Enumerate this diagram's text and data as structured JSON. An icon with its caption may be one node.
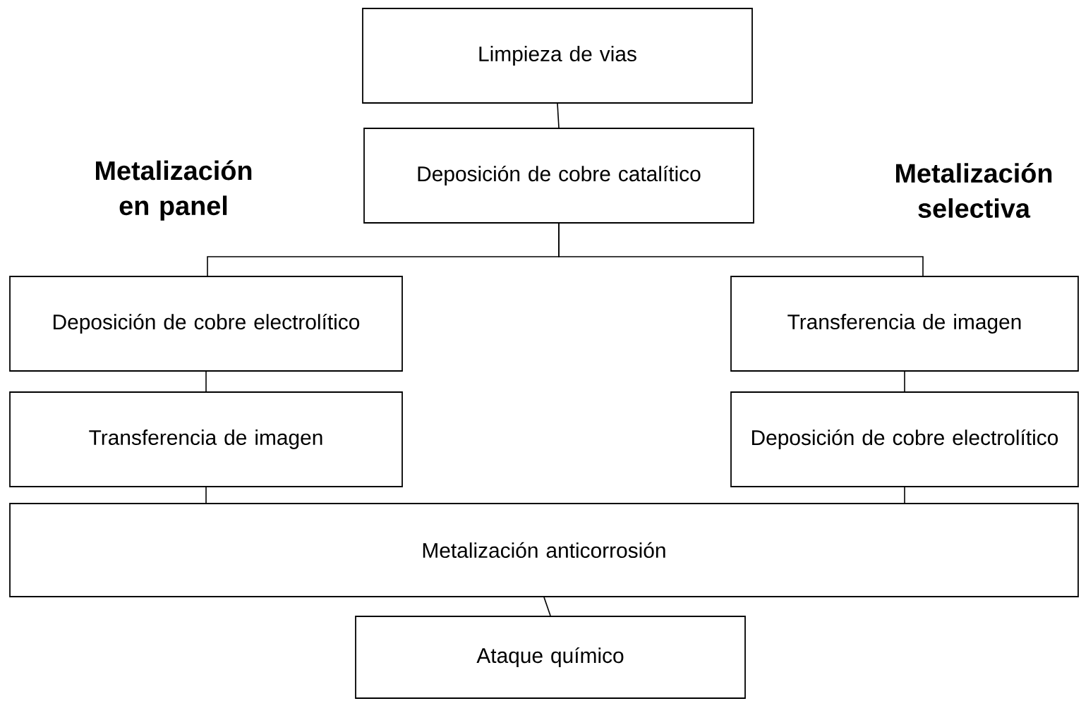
{
  "diagram": {
    "nodes": [
      {
        "text": [
          "Limpieza de vias"
        ]
      },
      {
        "text": [
          "Deposición de cobre catalítico"
        ]
      },
      {
        "text": [
          "Deposición de cobre electrolítico"
        ]
      },
      {
        "text": [
          "Transferencia de imagen"
        ]
      },
      {
        "text": [
          "Transferencia de imagen"
        ]
      },
      {
        "text": [
          "Deposición de cobre electrolítico"
        ]
      },
      {
        "text": [
          "Metalización anticorrosión"
        ]
      },
      {
        "text": [
          "Ataque químico"
        ]
      }
    ],
    "edges": [
      {
        "from": 0,
        "to": 1,
        "arrow": "none"
      },
      {
        "from": 1,
        "to": 2,
        "arrow": "none"
      },
      {
        "from": 1,
        "to": 4,
        "arrow": "none"
      },
      {
        "from": 2,
        "to": 3,
        "arrow": "none"
      },
      {
        "from": 4,
        "to": 5,
        "arrow": "none"
      },
      {
        "from": 3,
        "to": 6,
        "arrow": "none"
      },
      {
        "from": 5,
        "to": 6,
        "arrow": "none"
      },
      {
        "from": 6,
        "to": 7,
        "arrow": "none"
      }
    ],
    "labels": [
      "Metalización en panel",
      "Metalización selectiva"
    ]
  }
}
